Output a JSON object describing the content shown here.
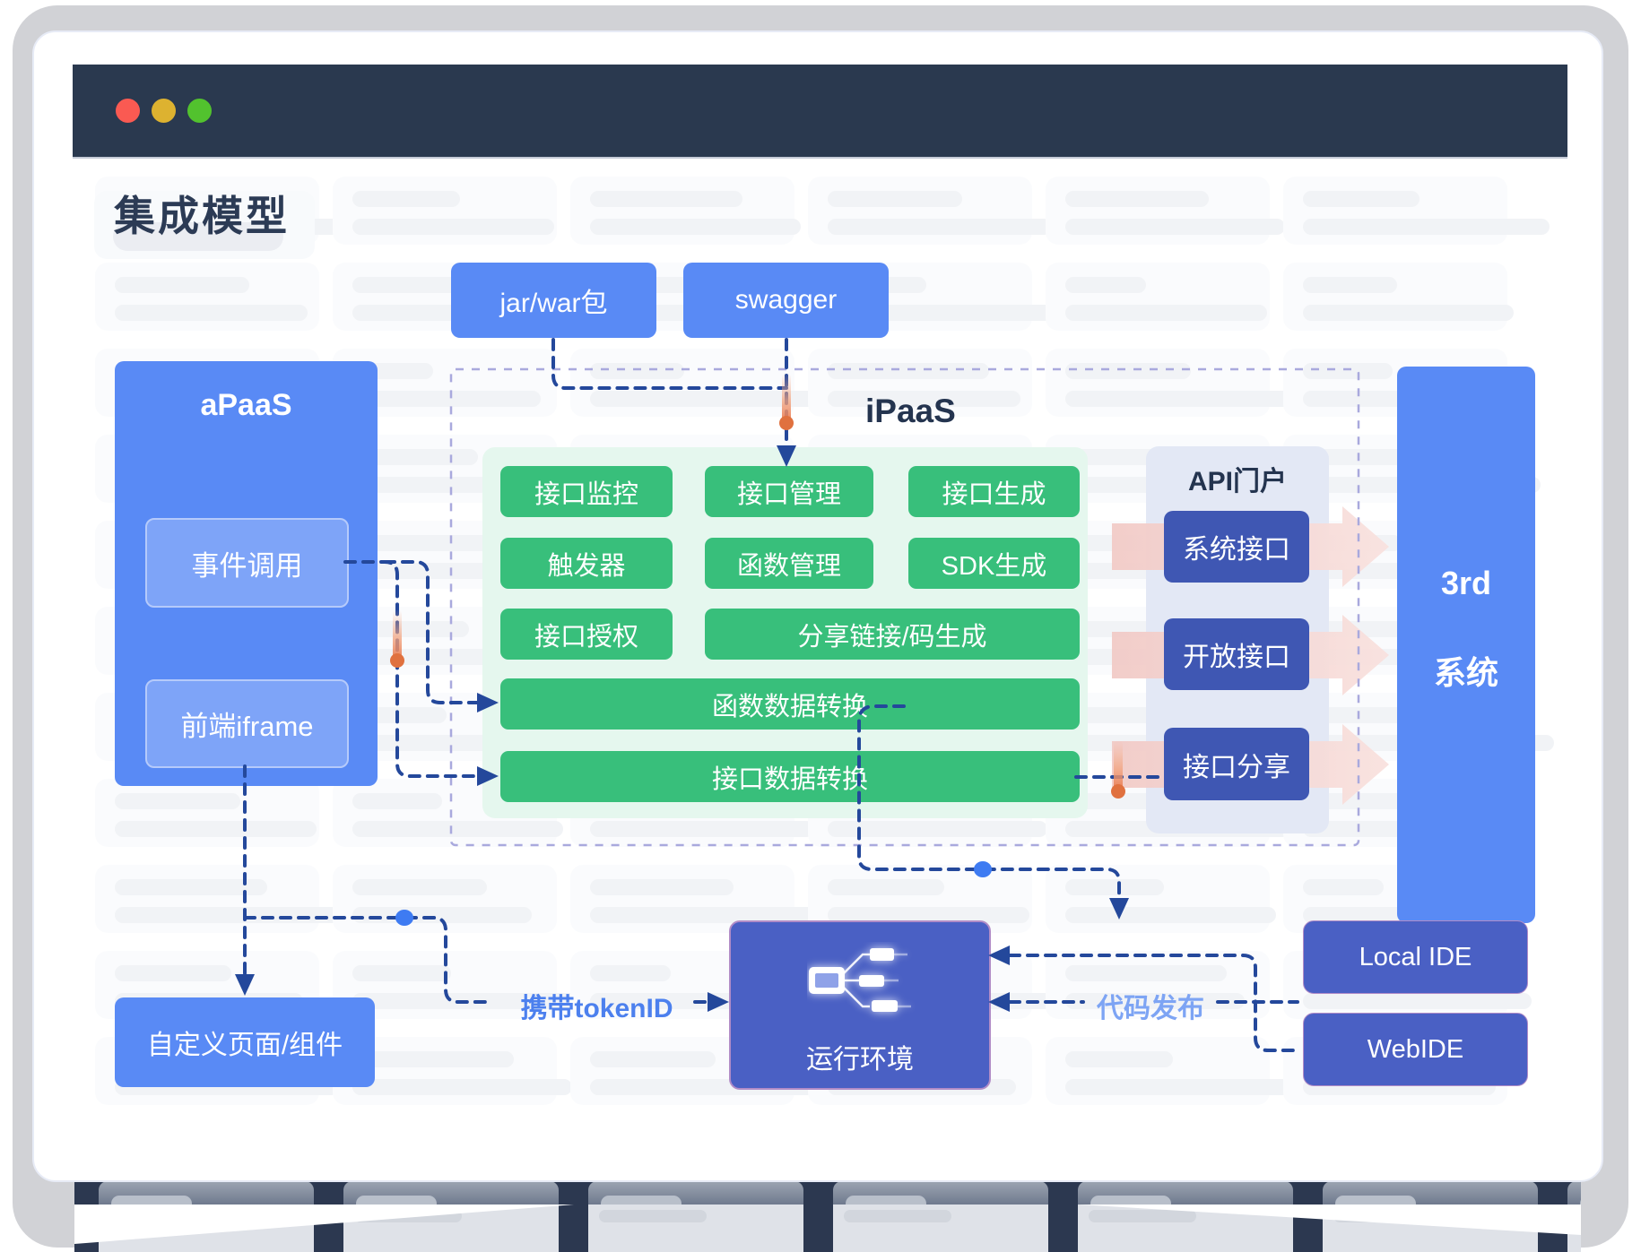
{
  "window": {
    "traffic_lights": [
      "close",
      "minimize",
      "maximize"
    ]
  },
  "page_title": "集成模型",
  "sources": {
    "jar": "jar/war包",
    "swagger": "swagger"
  },
  "apaas": {
    "label": "aPaaS",
    "items": [
      "事件调用",
      "前端iframe"
    ]
  },
  "ipaas": {
    "label": "iPaaS",
    "features": [
      "接口监控",
      "接口管理",
      "接口生成",
      "触发器",
      "函数管理",
      "SDK生成",
      "接口授权",
      "分享链接/码生成",
      "函数数据转换",
      "接口数据转换"
    ]
  },
  "api_portal": {
    "label": "API门户",
    "items": [
      "系统接口",
      "开放接口",
      "接口分享"
    ]
  },
  "third_system": {
    "line1": "3rd",
    "line2": "系统"
  },
  "bottom": {
    "custom_page": "自定义页面/组件",
    "runtime": "运行环境",
    "local_ide": "Local IDE",
    "web_ide": "WebIDE"
  },
  "edge_labels": {
    "token": "携带tokenID",
    "deploy": "代码发布"
  },
  "colors": {
    "header_bar": "#2a394f",
    "dot_red": "#fa5a52",
    "dot_yellow": "#ddb230",
    "dot_green": "#52c22e",
    "blue_box": "#598af5",
    "apaas_inner": "#7ea4f8",
    "green_panel": "#e5f7ee",
    "green_box": "#38bf7b",
    "api_panel": "#e3e8f5",
    "api_box": "#3f57b3",
    "indigo_box": "#4a60c4",
    "dashed_connector": "#24489b",
    "ipaas_border": "#a9a9dd",
    "pink_arrow": "#f5d6d2",
    "comet": "#e06b3e",
    "token_label": "#4c80ee",
    "deploy_label": "#7da4f4"
  }
}
